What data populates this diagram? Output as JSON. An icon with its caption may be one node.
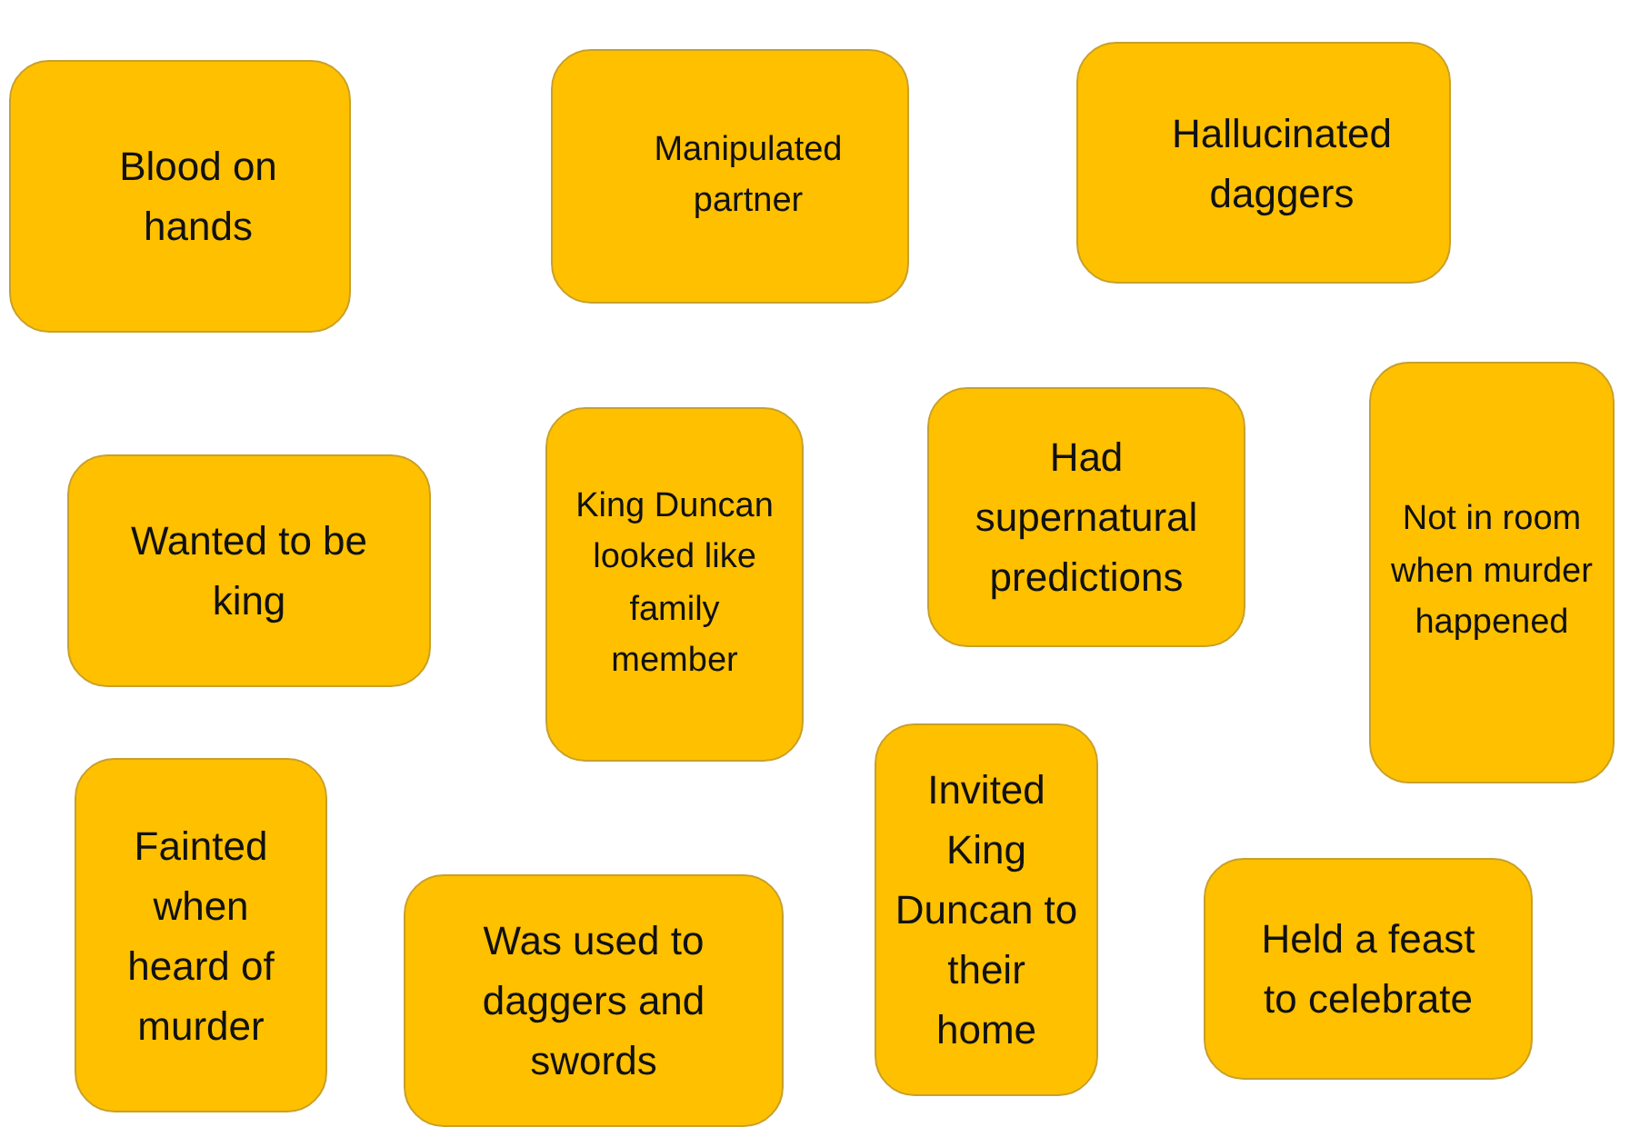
{
  "diagram": {
    "nodes": [
      {
        "text": [
          "Blood on hands"
        ]
      },
      {
        "text": [
          "Manipulated partner"
        ]
      },
      {
        "text": [
          "Hallucinated daggers"
        ]
      },
      {
        "text": [
          "Wanted to be king"
        ]
      },
      {
        "text": [
          "King Duncan looked like family member"
        ]
      },
      {
        "text": [
          "Had supernatural predictions"
        ]
      },
      {
        "text": [
          "Not in room when murder happened"
        ]
      },
      {
        "text": [
          "Fainted when heard of murder"
        ]
      },
      {
        "text": [
          "Was used to daggers and swords"
        ]
      },
      {
        "text": [
          "Invited King Duncan to their home"
        ]
      },
      {
        "text": [
          "Held a feast to celebrate"
        ]
      }
    ]
  }
}
